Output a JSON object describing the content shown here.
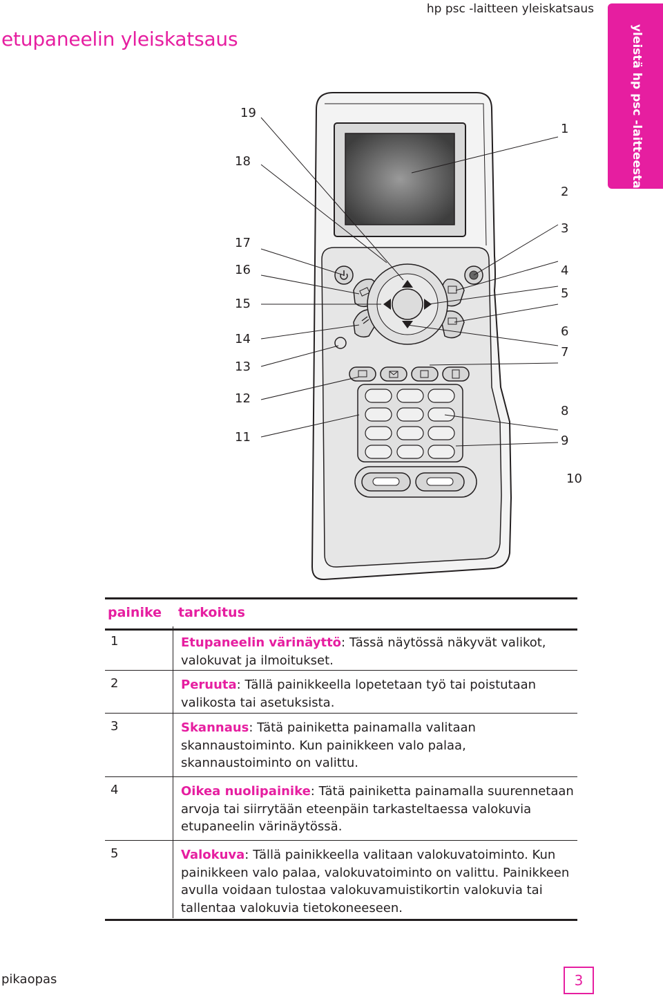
{
  "header": {
    "right": "hp psc -laitteen yleiskatsaus"
  },
  "title": "etupaneelin yleiskatsaus",
  "side_tab": "yleistä hp psc -laitteesta",
  "callouts": [
    "1",
    "2",
    "3",
    "4",
    "5",
    "6",
    "7",
    "8",
    "9",
    "10",
    "11",
    "12",
    "13",
    "14",
    "15",
    "16",
    "17",
    "18",
    "19"
  ],
  "legend": {
    "col1": "painike",
    "col2": "tarkoitus",
    "rows": [
      {
        "num": "1",
        "term": "Etupaneelin värinäyttö",
        "text": ": Tässä näytössä näkyvät valikot, valokuvat ja ilmoitukset."
      },
      {
        "num": "2",
        "term": "Peruuta",
        "text": ": Tällä painikkeella lopetetaan työ tai poistutaan valikosta tai asetuksista."
      },
      {
        "num": "3",
        "term": "Skannaus",
        "text": ": Tätä painiketta painamalla valitaan skannaustoiminto. Kun painikkeen valo palaa, skannaustoiminto on valittu."
      },
      {
        "num": "4",
        "term": "Oikea nuolipainike",
        "text": ": Tätä painiketta painamalla suurennetaan arvoja tai siirrytään eteenpäin tarkasteltaessa valokuvia etupaneelin värinäytössä."
      },
      {
        "num": "5",
        "term": "Valokuva",
        "text": ": Tällä painikkeella valitaan valokuvatoiminto. Kun painikkeen valo palaa, valokuvatoiminto on valittu. Painikkeen avulla voidaan tulostaa valokuvamuistikortin valokuvia tai tallentaa valokuvia tietokoneeseen."
      }
    ]
  },
  "footer": {
    "left": "pikaopas",
    "page": "3"
  },
  "colors": {
    "accent": "#e61ea0",
    "text": "#231f20",
    "panel": "#f2f2f2"
  },
  "icons": [
    "power-icon",
    "copy-icon",
    "scan-icon",
    "photo-icon",
    "fax-icon",
    "arrow-up-icon",
    "arrow-down-icon",
    "arrow-left-icon",
    "arrow-right-icon",
    "attention-light-icon"
  ]
}
